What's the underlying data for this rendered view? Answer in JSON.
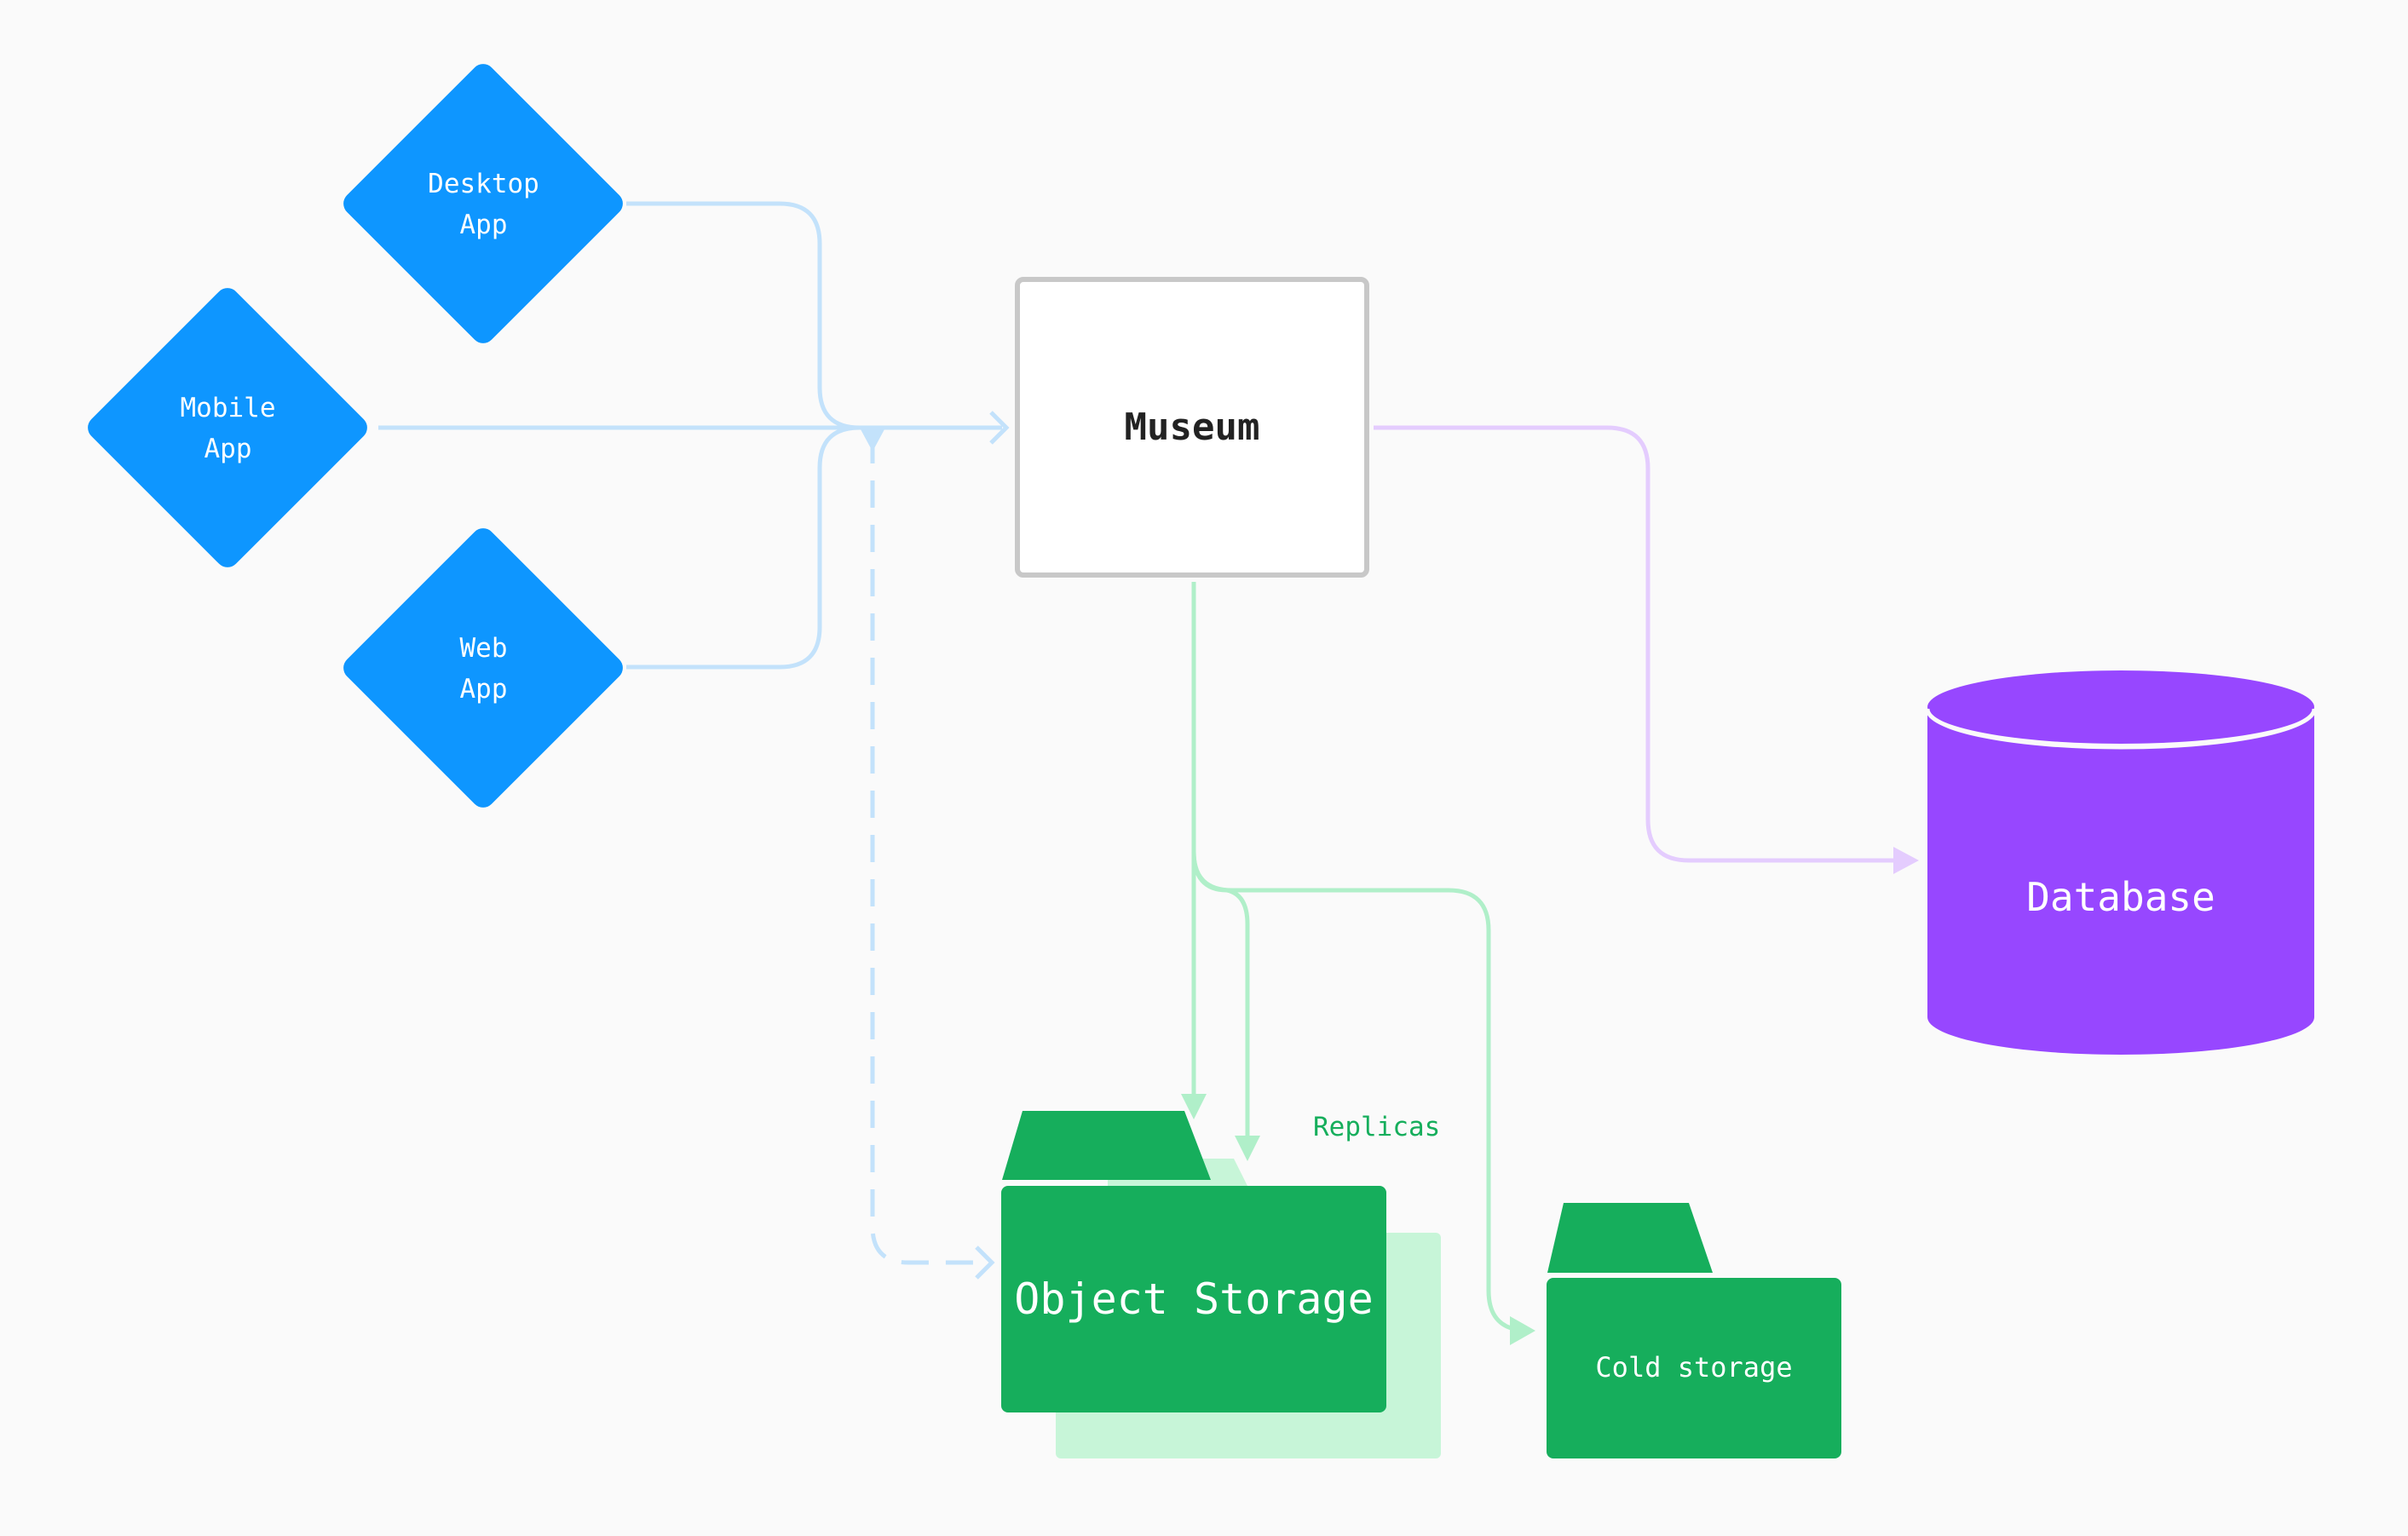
{
  "colors": {
    "background": "#fafafa",
    "client": "#0e96ff",
    "client_connector": "#c3e2fb",
    "museum_border": "#c8c8c8",
    "database": "#9747ff",
    "database_connector": "#e4ccfe",
    "storage": "#16ae5c",
    "storage_shadow": "#c7f5d8",
    "storage_connector": "#b0efc9"
  },
  "clients": [
    {
      "line1": "Desktop",
      "line2": "App"
    },
    {
      "line1": "Mobile",
      "line2": "App"
    },
    {
      "line1": "Web",
      "line2": "App"
    }
  ],
  "museum": {
    "label": "Museum"
  },
  "database": {
    "label": "Database"
  },
  "object_storage": {
    "label": "Object Storage"
  },
  "replicas": {
    "label": "Replicas"
  },
  "cold_storage": {
    "label": "Cold storage"
  }
}
